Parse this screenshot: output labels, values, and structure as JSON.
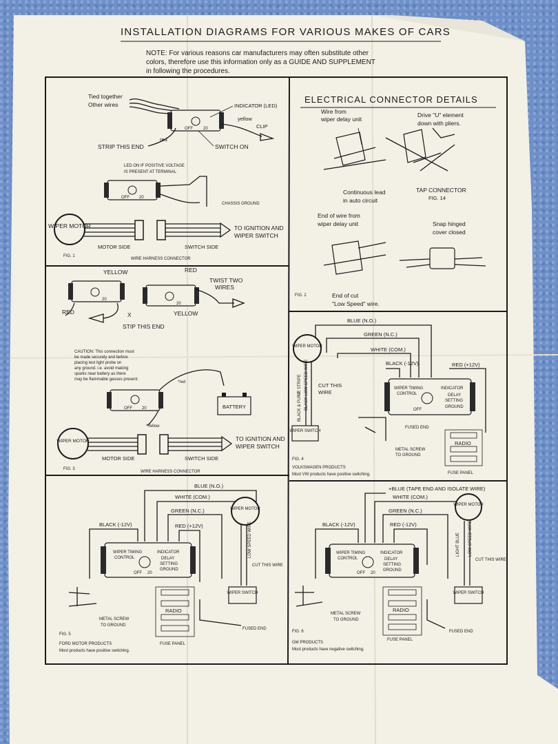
{
  "header": {
    "title": "INSTALLATION DIAGRAMS FOR VARIOUS MAKES OF CARS",
    "note_line1": "NOTE: For various reasons car manufacturers may often substitute other",
    "note_line2": "colors, therefore use this information only as a GUIDE AND SUPPLEMENT",
    "note_line3": "in following the procedures."
  },
  "fig1": {
    "tied_line1": "Tied together",
    "tied_line2": "Other wires",
    "indicator": "INDICATOR (LED)",
    "yellow": "yellow",
    "clip": "CLIP",
    "red": "red",
    "strip": "STRIP THIS END",
    "switch_on": "SWITCH ON",
    "led_line1": "LED ON IF POSITIVE VOLTAGE",
    "led_line2": "IS PRESENT AT TERMINAL",
    "chassis": "CHASSIS GROUND",
    "wiper_motor": "WIPER MOTOR",
    "to_ignition": "TO IGNITION AND",
    "wiper_switch": "WIPER SWITCH",
    "motor_side": "MOTOR SIDE",
    "switch_side": "SWITCH SIDE",
    "harness": "WIRE HARNESS CONNECTOR",
    "label": "FIG. 1"
  },
  "connector": {
    "heading": "ELECTRICAL CONNECTOR DETAILS",
    "wire_from1": "Wire from",
    "wire_from2": "wiper delay unit",
    "drive1": "Drive \"U\" element",
    "drive2": "down with pliers.",
    "cont1": "Continuous lead",
    "cont2": "in auto circuit",
    "tap": "TAP CONNECTOR",
    "fig14": "FIG. 14",
    "end1": "End of wire from",
    "end2": "wiper delay unit",
    "snap1": "Snap hinged",
    "snap2": "cover closed",
    "endcut1": "End of cut",
    "endcut2": "\"Low Speed\" wire.",
    "label": "FIG. 2"
  },
  "fig3": {
    "yellow": "YELLOW",
    "red_top": "RED",
    "twist1": "TWIST TWO",
    "twist2": "WIRES",
    "red": "RED",
    "yellow2": "YELLOW",
    "strip": "STIP THIS END",
    "caution1": "CAUTION: This connection must",
    "caution2": "be made securely and before",
    "caution3": "placing test light probe on",
    "caution4": "any ground. i.e. avoid making",
    "caution5": "sparks near battery as there",
    "caution6": "may be flammable gasses present.",
    "red_small": "*red",
    "battery": "BATTERY",
    "yellow_small": "*Yellow",
    "wiper_motor": "WIPER MOTOR",
    "to_ignition": "TO IGNITION AND",
    "wiper_switch": "WIPER SWITCH",
    "motor_side": "MOTOR SIDE",
    "switch_side": "SWITCH SIDE",
    "harness": "WIRE HARNESS CONNECTOR",
    "label": "FIG. 3"
  },
  "fig4": {
    "blue": "BLUE (N.O.)",
    "green": "GREEN (N.C.)",
    "white": "WHITE (COM.)",
    "black": "BLACK (-12V)",
    "red": "RED (+12V)",
    "wiper_motor": "WIPER MOTOR",
    "stripe": "LE STRIPE",
    "black_purp": "BLACK & PURP",
    "black_low": "BLACK LOW SPEED WIRE",
    "cut1": "CUT THIS",
    "cut2": "WIRE",
    "wiper_switch": "WIPER SWITCH",
    "metal1": "METAL SCREW",
    "metal2": "TO GROUND",
    "fused": "FUSED END",
    "radio": "RADIO",
    "fuse_panel": "FUSE PANEL",
    "label": "FIG. 4",
    "make": "VOLKSWAGEN PRODUCTS",
    "switching": "Most VW products have positive switching."
  },
  "fig5": {
    "blue": "BLUE (N.O.)",
    "white": "WHITE (COM.)",
    "green": "GREEN (N.C.)",
    "black": "BLACK (-12V)",
    "red": "RED (+12V)",
    "wiper_motor": "WIPER MOTOR",
    "low_speed": "LOW SPEED WIRE",
    "cut": "CUT THIS WIRE",
    "wiper_switch": "WIPER SWITCH",
    "metal1": "METAL SCREW",
    "metal2": "TO GROUND",
    "radio": "RADIO",
    "fused": "FUSED END",
    "fuse_panel": "FUSE PANEL",
    "label": "FIG. 5",
    "make": "FORD MOTOR PRODUCTS",
    "switching": "Most products have positive switching."
  },
  "fig6": {
    "blue": "+BLUE (TAPE END AND ISOLATE WIRE)",
    "white": "WHITE (COM.)",
    "green": "GREEN (N.C.)",
    "black": "BLACK (-12V)",
    "red": "RED (-12V)",
    "wiper_motor": "WIPER MOTOR",
    "light_blue": "LIGHT BLUE",
    "low_speed": "LOW SPEED WIRE",
    "cut": "CUT THIS WIRE",
    "wiper_switch": "WIPER SWITCH",
    "metal1": "METAL SCREW",
    "metal2": "TO GROUND",
    "radio": "RADIO",
    "fused": "FUSED END",
    "fuse_panel": "FUSE PANEL",
    "label": "FIG. 6",
    "make": "GM PRODUCTS",
    "switching": "Most products have negative switching."
  },
  "unit": {
    "wiper_timing": "WIPER TIMING",
    "control": "CONTROL",
    "indicator": "INDICATOR",
    "delay": "DELAY",
    "setting": "SETTING",
    "ground": "GROUND",
    "off": "OFF",
    "n2": "2",
    "n20": "20"
  },
  "colors": {
    "paper": "#f3f0e6",
    "ink": "#1a1a1a",
    "background": "#6f8fc8"
  }
}
